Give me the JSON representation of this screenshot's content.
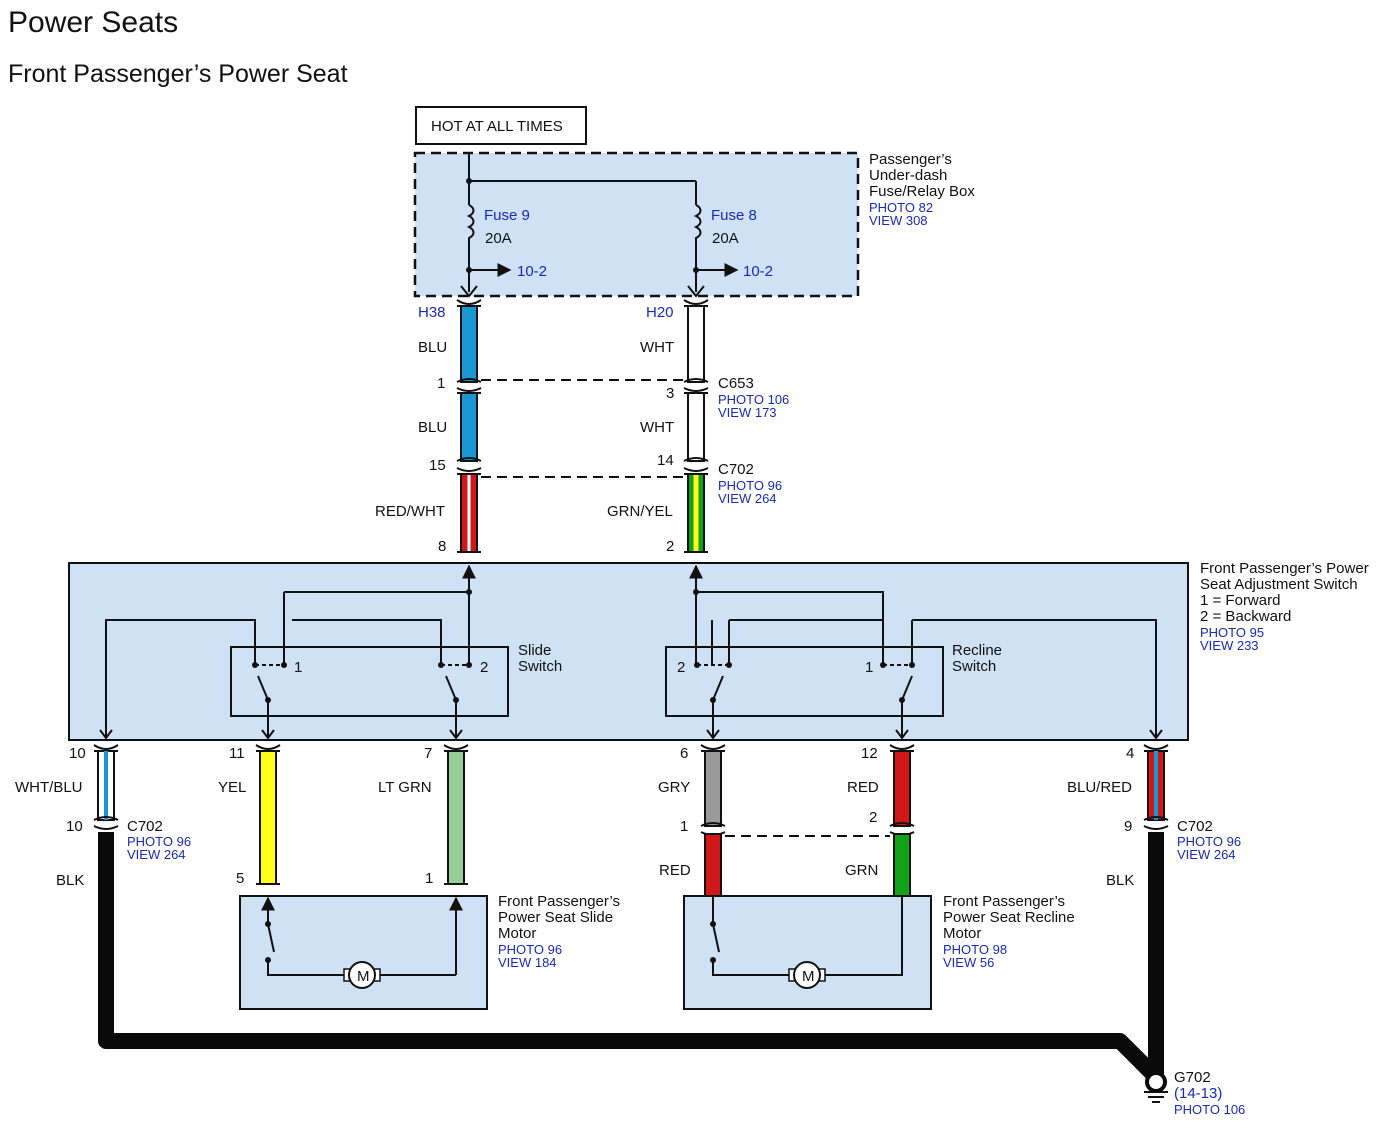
{
  "title": "Power Seats",
  "subtitle": "Front Passenger’s Power Seat",
  "hot_label": "HOT AT ALL TIMES",
  "fuse_box": {
    "name_lines": [
      "Passenger’s",
      "Under-dash",
      "Fuse/Relay Box"
    ],
    "ref_lines": [
      "PHOTO 82",
      "VIEW 308"
    ],
    "fuse_left": {
      "name": "Fuse 9",
      "rating": "20A",
      "ref": "10-2",
      "terminal": "H38"
    },
    "fuse_right": {
      "name": "Fuse 8",
      "rating": "20A",
      "ref": "10-2",
      "terminal": "H20"
    }
  },
  "c653": {
    "name": "C653",
    "ref_lines": [
      "PHOTO 106",
      "VIEW 173"
    ],
    "pin_left": "1",
    "pin_right": "3"
  },
  "c702_top": {
    "name": "C702",
    "ref_lines": [
      "PHOTO 96",
      "VIEW 264"
    ],
    "pin_left": "15",
    "pin_right": "14"
  },
  "c702_left": {
    "name": "C702",
    "ref_lines": [
      "PHOTO 96",
      "VIEW 264"
    ],
    "pin": "10"
  },
  "c702_right": {
    "name": "C702",
    "ref_lines": [
      "PHOTO 96",
      "VIEW 264"
    ],
    "pin": "9"
  },
  "wires": {
    "blu_1": "BLU",
    "wht_1": "WHT",
    "blu_2": "BLU",
    "wht_2": "WHT",
    "red_wht": "RED/WHT",
    "grn_yel": "GRN/YEL",
    "wht_blu": "WHT/BLU",
    "yel": "YEL",
    "lt_grn": "LT GRN",
    "gry": "GRY",
    "red_top": "RED",
    "blu_red": "BLU/RED",
    "blk_left": "BLK",
    "blk_right": "BLK",
    "red_bottom": "RED",
    "grn_bottom": "GRN"
  },
  "switch_box": {
    "name_lines": [
      "Front Passenger’s Power",
      "Seat Adjustment Switch",
      "1 = Forward",
      "2 = Backward"
    ],
    "ref_lines": [
      "PHOTO 95",
      "VIEW 233"
    ],
    "pin_in_left": "8",
    "pin_in_right": "2",
    "slide_lines": [
      "Slide",
      "Switch"
    ],
    "recline_lines": [
      "Recline",
      "Switch"
    ],
    "slide_pos_1": "1",
    "slide_pos_2": "2",
    "recline_pos_2": "2",
    "recline_pos_1": "1",
    "out_pins": [
      "10",
      "11",
      "7",
      "6",
      "12",
      "4"
    ]
  },
  "slide_motor": {
    "name_lines": [
      "Front Passenger’s",
      "Power Seat Slide",
      "Motor"
    ],
    "ref_lines": [
      "PHOTO 96",
      "VIEW 184"
    ],
    "pin_left": "5",
    "pin_right": "1",
    "motor": "M"
  },
  "recline_motor": {
    "name_lines": [
      "Front Passenger’s",
      "Power Seat Recline",
      "Motor"
    ],
    "ref_lines": [
      "PHOTO 98",
      "VIEW 56"
    ],
    "pin_left": "1",
    "pin_right": "2",
    "motor": "M"
  },
  "ground": {
    "name": "G702",
    "ref": "(14-13)",
    "photo": "PHOTO 106"
  },
  "colors": {
    "blu": "#1a96d2",
    "wht": "#ffffff",
    "red": "#d01818",
    "grn": "#12a21a",
    "yel": "#ffff1a",
    "lt_grn": "#98cc98",
    "gry": "#9a9a9a",
    "blk": "#0a0a0a",
    "box_fill": "#cfe2f5",
    "label_blue": "#1a2ab8"
  }
}
